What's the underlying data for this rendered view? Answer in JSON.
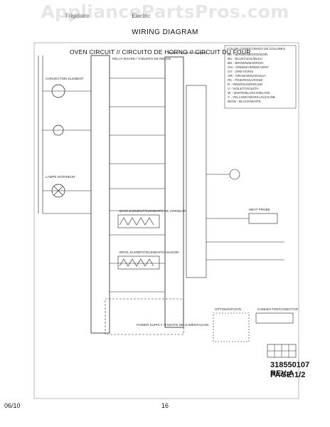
{
  "watermark": "AppliancePartsPros.com",
  "header": {
    "brand_strip_left": "Frigidaire",
    "brand_strip_right": "Electric",
    "title": "WIRING DIAGRAM",
    "subtitle": "OVEN CIRCUIT // CIRCUITO DE HORNO // CIRCUIT DU FOUR"
  },
  "blocks": {
    "relay_board": "RELAY BOARD / TABLERO DE RELAIS",
    "control_board": "TIMER / ELECTRONIQUE",
    "legend_title": "COLOR CODE/CODIGO DE COLORES",
    "convection": "CONVECTION ELEMENT",
    "lamp": "LAMPE INTERIEUR",
    "meat_probe": "MEAT PROBE",
    "bake": "BAKE ELEMENT/ELEMENTO DE HORNEAR",
    "broil": "BROIL ELEMENT/ELEMENTO ASADOR",
    "power_supply": "POWER SUPPLY / FUENTE DE ALIMENTACION",
    "option": "OPTION/OPCION",
    "connector": "CONNECTOR/CONECTOR"
  },
  "legend_items": [
    "BK - BLACK/NEGRO/NOIR",
    "BU - BLUE/AZUL/BLEU",
    "BN - BROWN/MARRON",
    "GN - GREEN/VERDE/VERT",
    "GY - GREY/GRIS",
    "OR - ORANGE/NARANJA",
    "PK - PINK/ROSA/ROSE",
    "R - RED/ROJO/ROUGE",
    "V - VIOLET/VIOLETA",
    "W - WHITE/BLANCO/BLANC",
    "Y - YELLOW/AMARILLO/JAUNE",
    "BK/W - BLACK/WHITE"
  ],
  "footer": {
    "part_number": "318550107 REV:A",
    "page": "PAGE:1/2",
    "date": "06/10",
    "page_number": "16"
  }
}
